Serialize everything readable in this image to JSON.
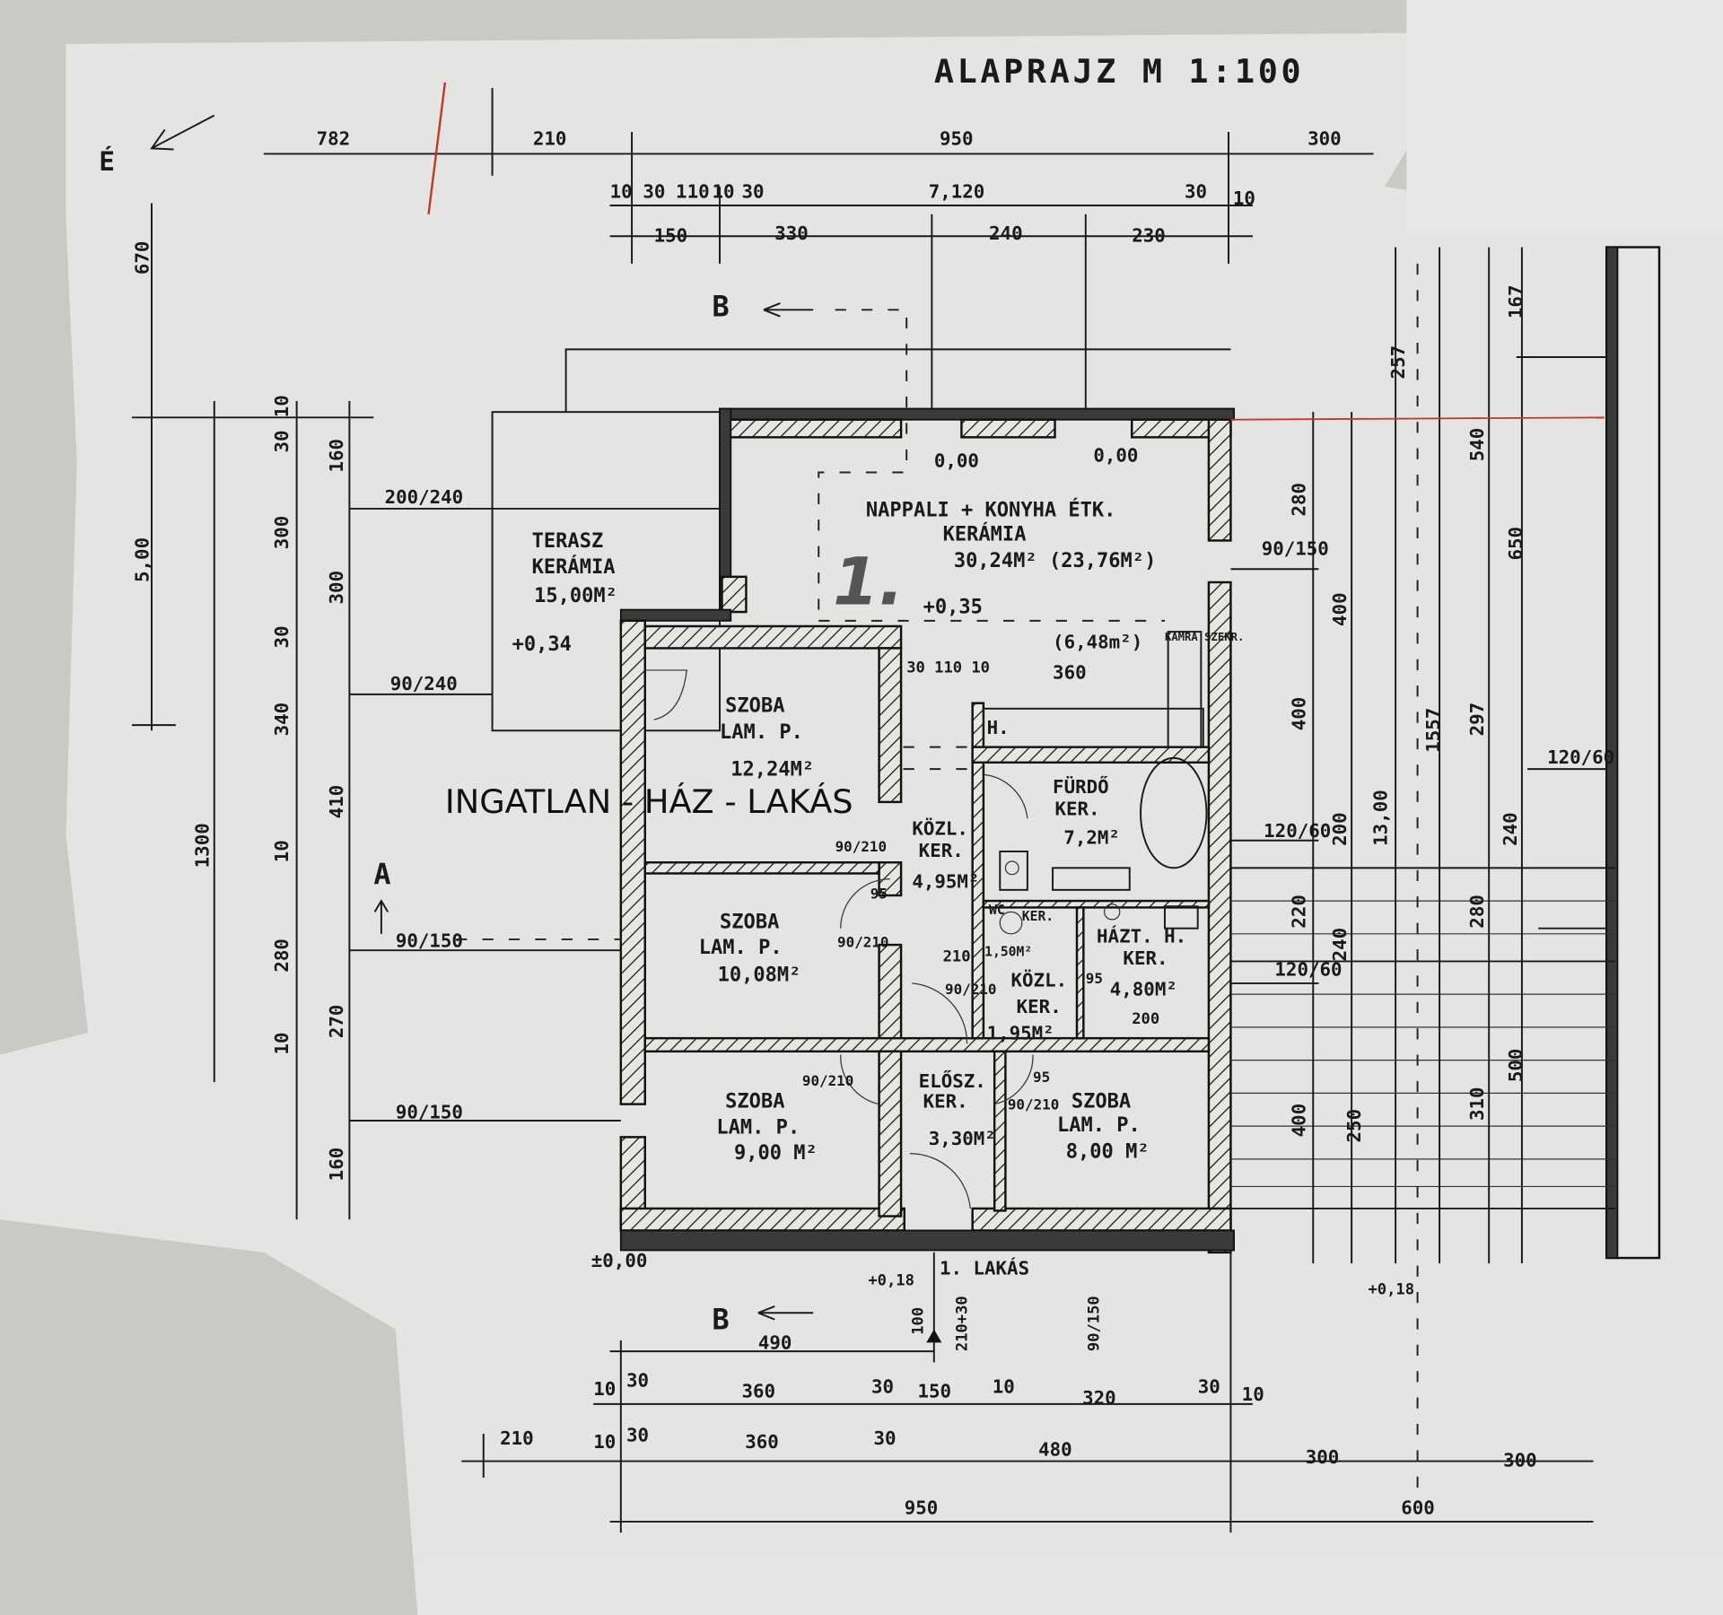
{
  "title": "ALAPRAJZ  M  1:100",
  "watermark": "INGATLAN - HÁZ - LAKÁS",
  "north": "É",
  "unit_number": "1.",
  "unit_label": "1. LAKÁS",
  "rooms": {
    "living": {
      "name": "NAPPALI + KONYHA ÉTK.",
      "floor": "KERÁMIA",
      "area": "30,24M² (23,76M²)",
      "level": "+0,35",
      "pantry_area": "(6,48m²)",
      "pantry": "KAMRA SZEKR."
    },
    "terrace": {
      "name": "TERASZ",
      "floor": "KERÁMIA",
      "area": "15,00M²",
      "level": "+0,34"
    },
    "room1": {
      "name": "SZOBA",
      "floor": "LAM. P.",
      "area": "12,24M²"
    },
    "room2": {
      "name": "SZOBA",
      "floor": "LAM. P.",
      "area": "10,08M²"
    },
    "room3": {
      "name": "SZOBA",
      "floor": "LAM. P.",
      "area": "9,00 M²"
    },
    "room4": {
      "name": "SZOBA",
      "floor": "LAM. P.",
      "area": "8,00 M²"
    },
    "hall": {
      "name": "KÖZL.",
      "floor": "KER.",
      "area": "4,95M²"
    },
    "bath": {
      "name": "FÜRDŐ",
      "floor": "KER.",
      "area": "7,2M²"
    },
    "wc": {
      "name": "WC",
      "floor": "KER.",
      "area": "1,50M²"
    },
    "corridor2": {
      "name": "KÖZL.",
      "floor": "KER.",
      "area": "1,95M²"
    },
    "utility": {
      "name": "HÁZT. H.",
      "floor": "KER.",
      "area": "4,80M²"
    },
    "entry": {
      "name": "ELŐSZ.",
      "floor": "KER.",
      "area": "3,30M²"
    }
  },
  "levels": {
    "top_left": "0,00",
    "top_right": "0,00",
    "ground": "±0,00",
    "entry_left": "+0,18",
    "entry_right": "+0,18"
  },
  "section_marks": {
    "b": "B",
    "a": "A"
  },
  "dimensions": {
    "top_row1": [
      "782",
      "210",
      "950",
      "300"
    ],
    "top_row2": [
      "10",
      "30",
      "110",
      "10",
      "30",
      "7,120",
      "30",
      "10"
    ],
    "top_row3": [
      "150",
      "330",
      "240",
      "230"
    ],
    "bottom_row1": [
      "10",
      "30",
      "360",
      "30",
      "150",
      "10",
      "320",
      "30",
      "10"
    ],
    "bottom_row2": [
      "210",
      "10",
      "30",
      "360",
      "30",
      "480",
      "300",
      "300"
    ],
    "bottom_row3": [
      "950",
      "600"
    ],
    "bottom_extra": [
      "490"
    ],
    "left_outer": [
      "670",
      "5,00",
      "1300"
    ],
    "left_inner": [
      "10",
      "30",
      "160",
      "300",
      "300",
      "30",
      "340",
      "410",
      "10",
      "280",
      "270",
      "10",
      "160"
    ],
    "windows_left": [
      "200/240",
      "90/240",
      "90/150",
      "90/150"
    ],
    "windows_right": [
      "90/150",
      "120/60",
      "120/60",
      "120/60"
    ],
    "doors": [
      "90/210",
      "90/210",
      "90/210",
      "90/210",
      "90/210",
      "95",
      "95",
      "95"
    ],
    "interior": [
      "30 110 10",
      "360",
      "200",
      "210"
    ],
    "right_vertical": [
      "257",
      "540",
      "650",
      "280",
      "400",
      "400",
      "1557",
      "297",
      "13,00",
      "200",
      "220",
      "240",
      "280",
      "240",
      "310",
      "500",
      "400",
      "250",
      "167"
    ],
    "entry_dims": [
      "100",
      "210+30",
      "90/150"
    ]
  }
}
